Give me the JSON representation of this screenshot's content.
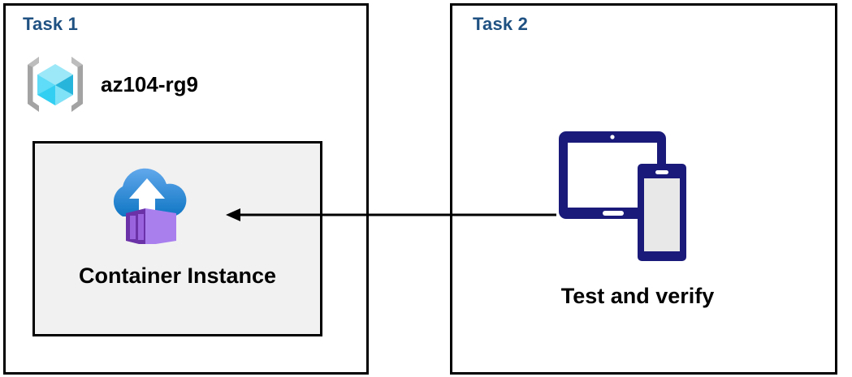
{
  "diagram": {
    "title": "Azure Container Instance task diagram",
    "background": "#ffffff",
    "accent_blue": "#1F5182",
    "border_color": "#000000",
    "card_fill": "#f1f1f1",
    "navy": "#1a1a7a"
  },
  "panels": [
    {
      "id": "task1",
      "title": "Task 1",
      "resource_group": {
        "icon": "azure-resource-group-icon",
        "label": "az104-rg9"
      },
      "card": {
        "icon": "container-instance-icon",
        "label": "Container Instance"
      }
    },
    {
      "id": "task2",
      "title": "Task 2",
      "node": {
        "icon": "devices-tablet-phone-icon",
        "label": "Test and verify"
      }
    }
  ],
  "connector": {
    "name": "arrow-task2-to-container-instance",
    "direction": "right-to-left",
    "from": "Test and verify",
    "to": "Container Instance",
    "color": "#000000"
  }
}
